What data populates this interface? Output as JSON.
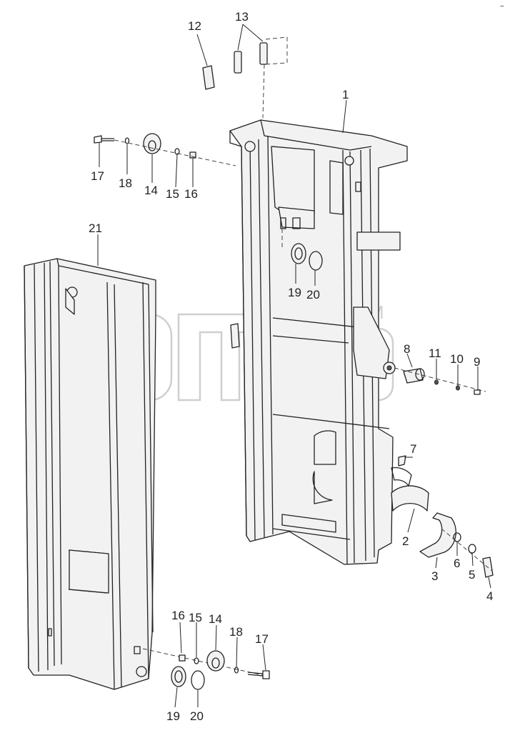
{
  "figure": {
    "callouts": [
      {
        "id": "c1",
        "label": "1"
      },
      {
        "id": "c2",
        "label": "2"
      },
      {
        "id": "c3",
        "label": "3"
      },
      {
        "id": "c4",
        "label": "4"
      },
      {
        "id": "c5",
        "label": "5"
      },
      {
        "id": "c6",
        "label": "6"
      },
      {
        "id": "c7",
        "label": "7"
      },
      {
        "id": "c8",
        "label": "8"
      },
      {
        "id": "c9",
        "label": "9"
      },
      {
        "id": "c10",
        "label": "10"
      },
      {
        "id": "c11",
        "label": "11"
      },
      {
        "id": "c12",
        "label": "12"
      },
      {
        "id": "c13",
        "label": "13"
      },
      {
        "id": "c14a",
        "label": "14"
      },
      {
        "id": "c14b",
        "label": "14"
      },
      {
        "id": "c15a",
        "label": "15"
      },
      {
        "id": "c15b",
        "label": "15"
      },
      {
        "id": "c16a",
        "label": "16"
      },
      {
        "id": "c16b",
        "label": "16"
      },
      {
        "id": "c17a",
        "label": "17"
      },
      {
        "id": "c17b",
        "label": "17"
      },
      {
        "id": "c18a",
        "label": "18"
      },
      {
        "id": "c18b",
        "label": "18"
      },
      {
        "id": "c19a",
        "label": "19"
      },
      {
        "id": "c19b",
        "label": "19"
      },
      {
        "id": "c20a",
        "label": "20"
      },
      {
        "id": "c20b",
        "label": "20"
      },
      {
        "id": "c21",
        "label": "21"
      }
    ]
  },
  "watermark": {
    "trademark": "TM",
    "color": "#cfcfcf"
  }
}
